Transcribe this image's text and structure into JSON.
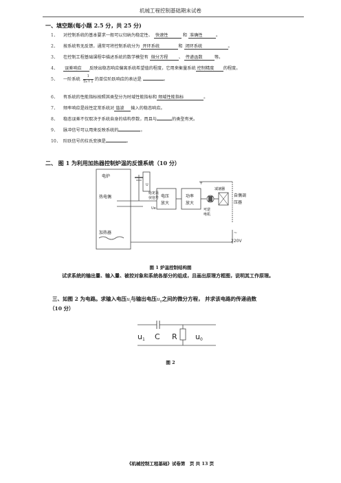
{
  "header": {
    "title": "机械工程控制基础期末试卷"
  },
  "section1": {
    "title": "一、填空题(每小题 2.5 分，共 25 分)",
    "items": [
      {
        "num": "1．",
        "pre": "对控制系统的基本要求一般可以归纳为稳定性、",
        "a1": "快速性",
        "mid": "和",
        "a2": "准确性",
        "post": "。"
      },
      {
        "num": "2．",
        "pre": "按系统有无反馈，通常可将控制系统分为",
        "a1": "开环系统",
        "mid": "和",
        "a2": "闭环系统",
        "post": "。"
      },
      {
        "num": "3．",
        "pre": "在控制工程基础课程中描述系统的数学模型有",
        "a1": "微分方程",
        "mid": "、",
        "a2": "传递函数",
        "post": "等。"
      },
      {
        "num": "4．",
        "a1": "误差响应",
        "mid": "反映出稳态响应偏离系统希望值的程度，它用来衡量系统",
        "a2": "控制精度",
        "post": "的程度。"
      },
      {
        "num": "5．",
        "pre": "一阶系统",
        "frac_num": "1",
        "frac_den": "Ts＋1",
        "post": "的单位阶跃响应的表达是"
      },
      {
        "num": "6．",
        "pre": "有系统的性能指标按照其类型分为时域性能指标和",
        "a1": "频域性能指标",
        "post": "。"
      },
      {
        "num": "7．",
        "pre": "频率响应是线性定常系统对",
        "a1": "谐波",
        "post": "输入的稳态响应。"
      },
      {
        "num": "8．",
        "pre": "稳态误差不仅取决于系统自身的结构参数，而且与",
        "post": "的类型有关。"
      },
      {
        "num": "9．",
        "pre": "脉冲信号可以用来反映系统的"
      },
      {
        "num": "10．",
        "pre": "阶跃信号的拉氏变换是"
      }
    ]
  },
  "section2": {
    "title": "二、 图 1 为利用加热器控制炉温的反馈系统（10 分）",
    "diagram_labels": {
      "furnace": "电炉",
      "thermocouple": "热电偶",
      "heater": "加热器",
      "setpoint": "给定毫\n伏信号",
      "voltage_amp": "电压\n放大",
      "power_amp": "功率\n放大",
      "reducer": "减速器",
      "autotransformer": "自偶调\n压器",
      "motor": "可逆\n电机",
      "voltage": "220V",
      "ur": "U",
      "ue": "e"
    },
    "caption": "图 1 炉温控制结构图",
    "question": "试求系统的输出量、输入量、被控对象和系统各部分的组成，且画出原理方框图，说明其工作原理。"
  },
  "section3": {
    "title": "三、如图 2 为电路。求输入电压",
    "ui": "u",
    "ui_sub": "i",
    "mid": "与输出电压",
    "uo": "u",
    "uo_sub": "0",
    "title_end": "之间的微分方程， 并求该电路的传递函数",
    "score": "（10 分）",
    "labels": {
      "u1": "u",
      "u1_sub": "1",
      "C": "C",
      "R": "R",
      "u0": "u",
      "u0_sub": "0"
    },
    "caption": "图 2"
  },
  "footer": {
    "text": "《机械控制工程基础》试卷第　页 共 13 页"
  }
}
